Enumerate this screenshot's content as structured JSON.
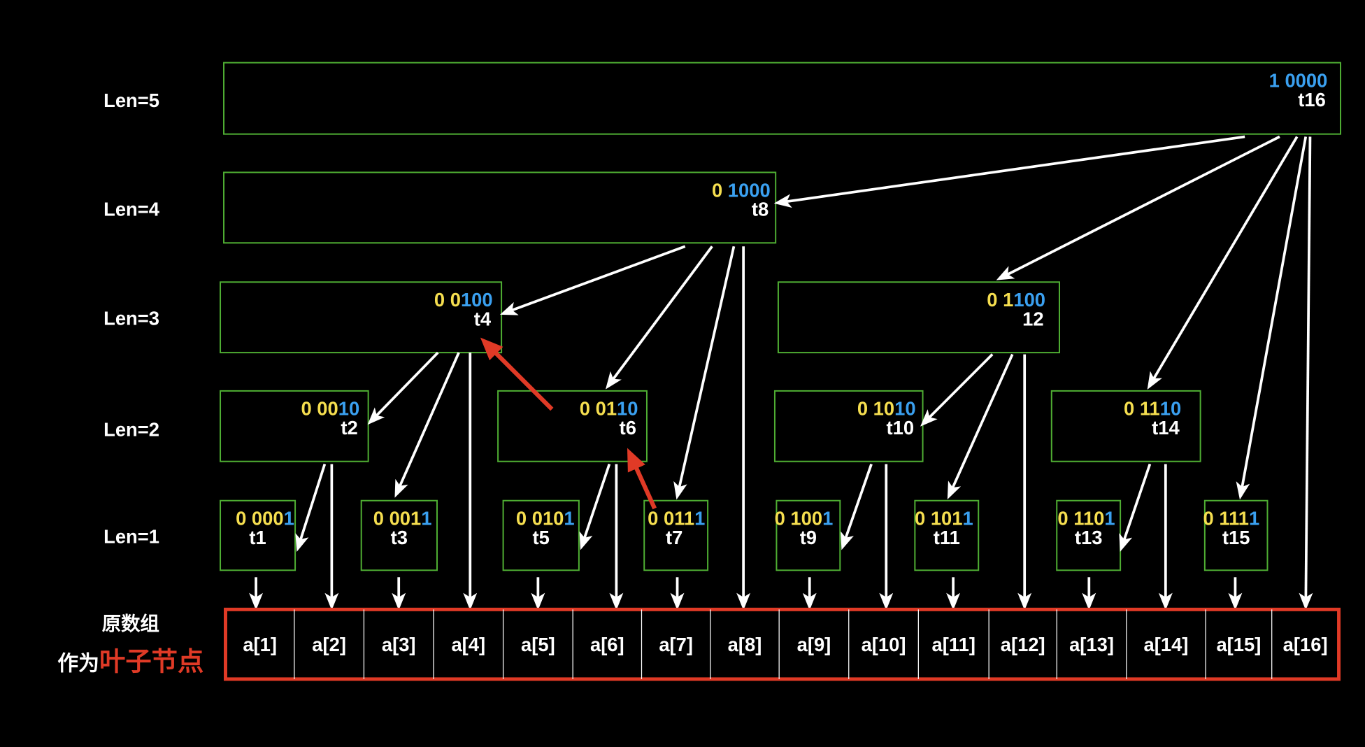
{
  "row_labels": [
    "Len=5",
    "Len=4",
    "Len=3",
    "Len=2",
    "Len=1"
  ],
  "array_label": {
    "line1": "原数组",
    "line2_prefix": "作为",
    "line2_highlight": "叶子节点"
  },
  "nodes": [
    {
      "name": "t16",
      "label": "t16",
      "bits_yellow": "",
      "bits_blue": "1 0000"
    },
    {
      "name": "t8",
      "label": "t8",
      "bits_yellow": "0 ",
      "bits_blue": "1000"
    },
    {
      "name": "t4",
      "label": "t4",
      "bits_yellow": "0 0",
      "bits_blue": "100"
    },
    {
      "name": "t12",
      "label": "12",
      "bits_yellow": "0 1",
      "bits_blue": "100"
    },
    {
      "name": "t2",
      "label": "t2",
      "bits_yellow": "0 00",
      "bits_blue": "10"
    },
    {
      "name": "t6",
      "label": "t6",
      "bits_yellow": "0 01",
      "bits_blue": "10"
    },
    {
      "name": "t10",
      "label": "t10",
      "bits_yellow": "0 10",
      "bits_blue": "10"
    },
    {
      "name": "t14",
      "label": "t14",
      "bits_yellow": "0 11",
      "bits_blue": "10"
    },
    {
      "name": "t1",
      "label": "t1",
      "bits_yellow": "0 000",
      "bits_blue": "1"
    },
    {
      "name": "t3",
      "label": "t3",
      "bits_yellow": "0 001",
      "bits_blue": "1"
    },
    {
      "name": "t5",
      "label": "t5",
      "bits_yellow": "0 010",
      "bits_blue": "1"
    },
    {
      "name": "t7",
      "label": "t7",
      "bits_yellow": "0 011",
      "bits_blue": "1"
    },
    {
      "name": "t9",
      "label": "t9",
      "bits_yellow": "0 100",
      "bits_blue": "1"
    },
    {
      "name": "t11",
      "label": "t11",
      "bits_yellow": "0 101",
      "bits_blue": "1"
    },
    {
      "name": "t13",
      "label": "t13",
      "bits_yellow": "0 110",
      "bits_blue": "1"
    },
    {
      "name": "t15",
      "label": "t15",
      "bits_yellow": "0 111",
      "bits_blue": "1"
    }
  ],
  "array_cells": [
    "a[1]",
    "a[2]",
    "a[3]",
    "a[4]",
    "a[5]",
    "a[6]",
    "a[7]",
    "a[8]",
    "a[9]",
    "a[10]",
    "a[11]",
    "a[12]",
    "a[13]",
    "a[14]",
    "a[15]",
    "a[16]"
  ],
  "colors": {
    "node_border": "#4fae33",
    "array_border": "#e03a26",
    "highlight": "#e03a26",
    "bits_yellow": "#f5de4f",
    "bits_blue": "#3aa0f0"
  }
}
